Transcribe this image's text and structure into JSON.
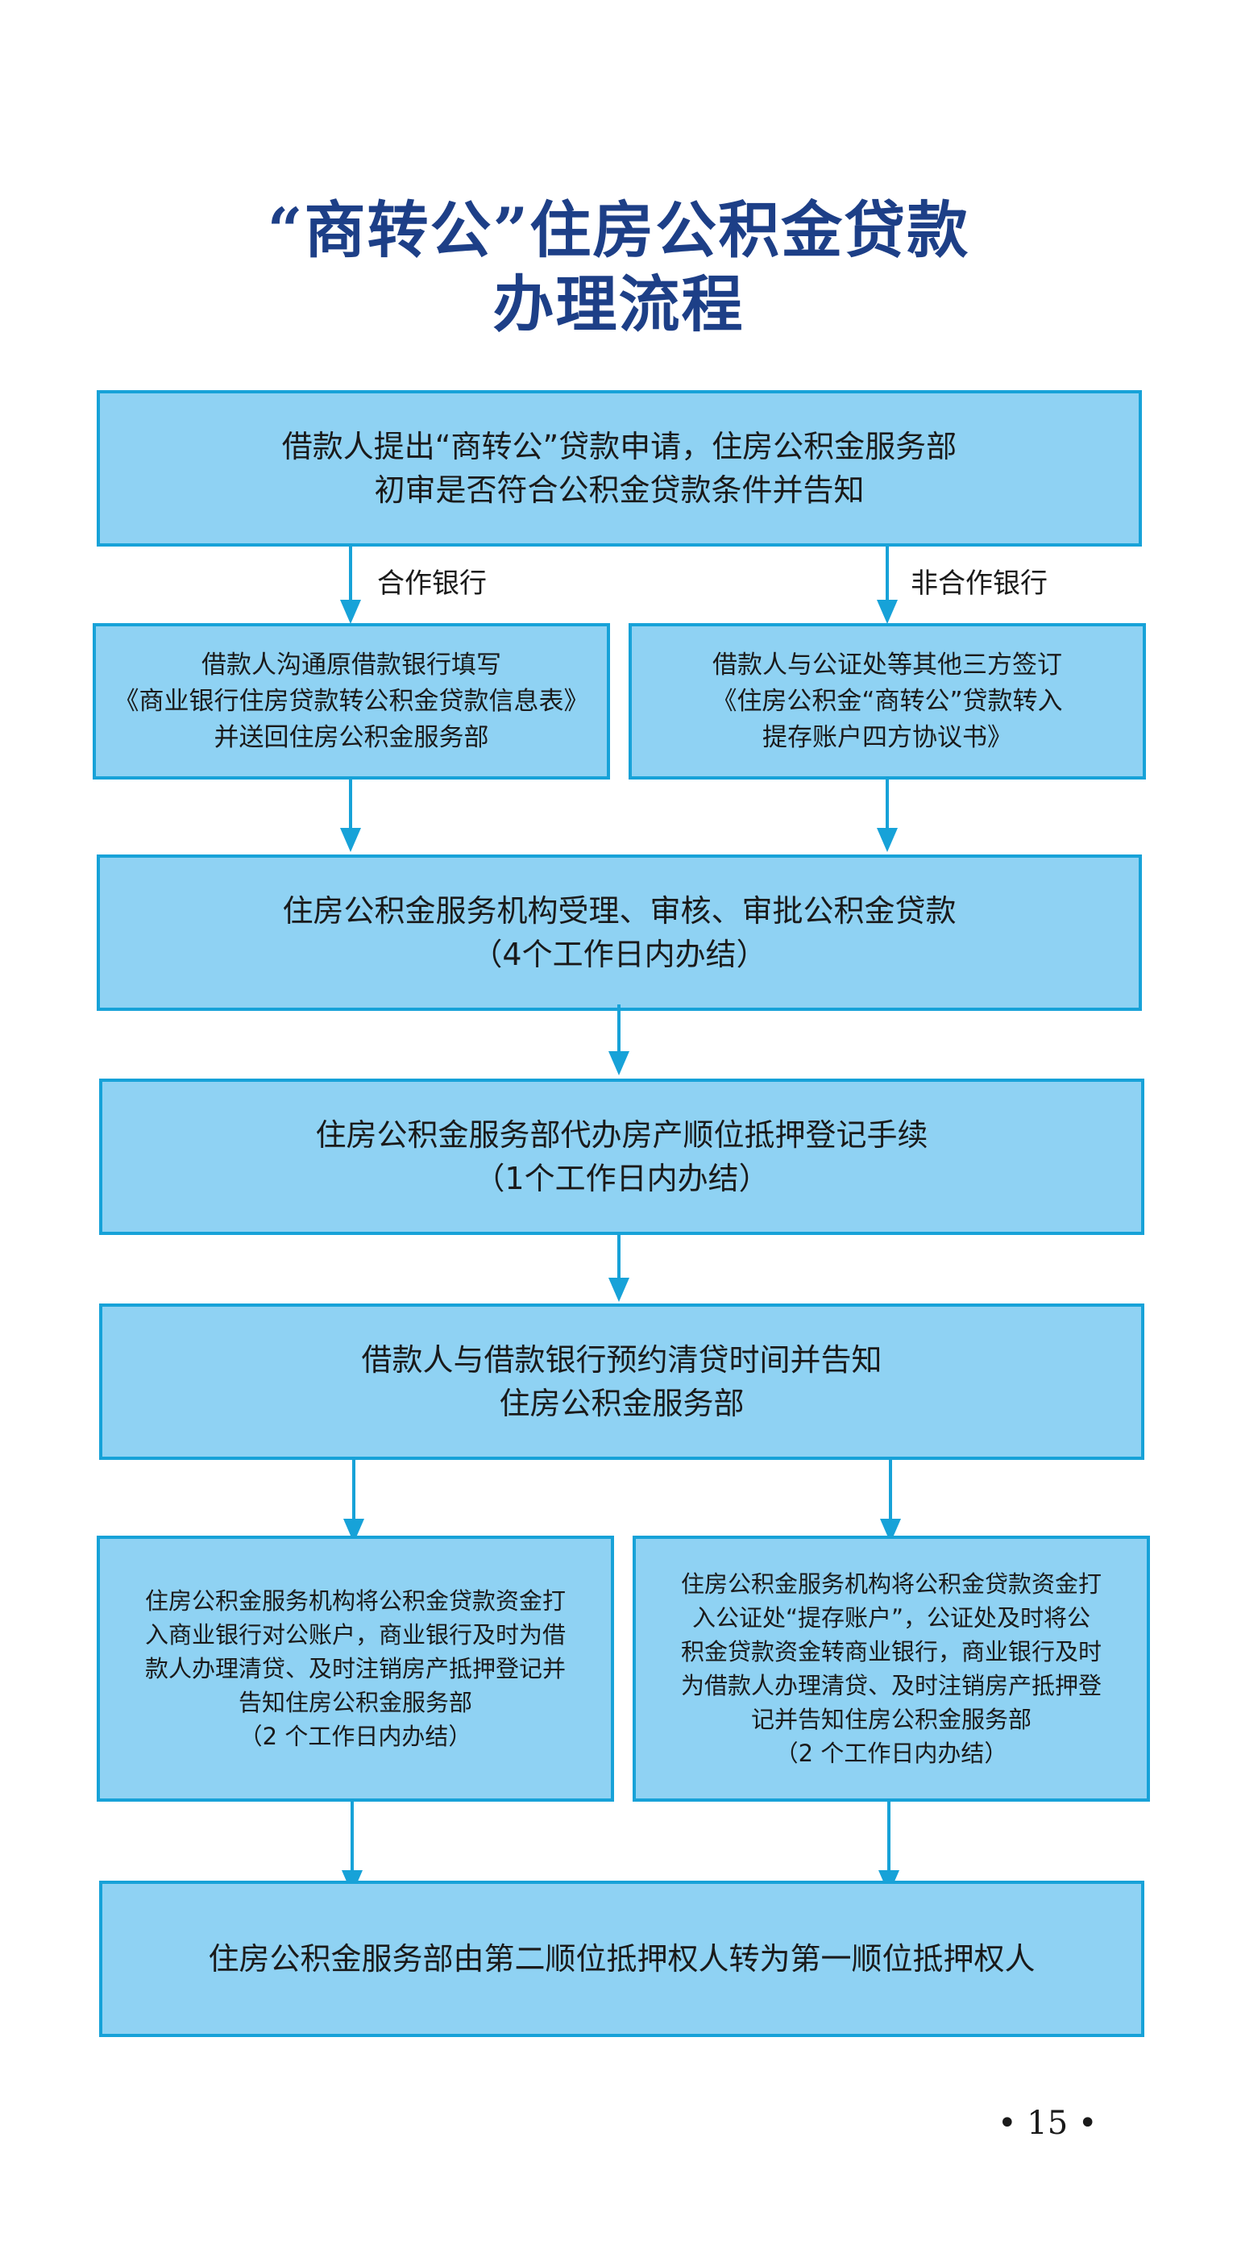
{
  "title": {
    "line1": "“商转公”住房公积金贷款",
    "line2": "办理流程"
  },
  "steps": {
    "step1": [
      "借款人提出“商转公”贷款申请，住房公积金服务部",
      "初审是否符合公积金贷款条件并告知"
    ],
    "branch_left_label": "合作银行",
    "branch_right_label": "非合作银行",
    "step2_left": [
      "借款人沟通原借款银行填写",
      "《商业银行住房贷款转公积金贷款信息表》",
      "并送回住房公积金服务部"
    ],
    "step2_right": [
      "借款人与公证处等其他三方签订",
      "《住房公积金“商转公”贷款转入",
      "提存账户四方协议书》"
    ],
    "step3": [
      "住房公积金服务机构受理、审核、审批公积金贷款",
      "（4个工作日内办结）"
    ],
    "step4": [
      "住房公积金服务部代办房产顺位抵押登记手续",
      "（1个工作日内办结）"
    ],
    "step5": [
      "借款人与借款银行预约清贷时间并告知",
      "住房公积金服务部"
    ],
    "step6_left": [
      "住房公积金服务机构将公积金贷款资金打",
      "入商业银行对公账户，商业银行及时为借",
      "款人办理清贷、及时注销房产抵押登记并",
      "告知住房公积金服务部",
      "（2 个工作日内办结）"
    ],
    "step6_right": [
      "住房公积金服务机构将公积金贷款资金打",
      "入公证处“提存账户”，公证处及时将公",
      "积金贷款资金转商业银行，商业银行及时",
      "为借款人办理清贷、及时注销房产抵押登",
      "记并告知住房公积金服务部",
      "（2 个工作日内办结）"
    ],
    "step7": [
      "住房公积金服务部由第二顺位抵押权人转为第一顺位抵押权人"
    ]
  },
  "page_number": "• 15 •",
  "colors": {
    "title": "#1d3f87",
    "box_fill": "#8fd2f3",
    "box_border": "#17a2d8",
    "arrow": "#17a2d8"
  }
}
